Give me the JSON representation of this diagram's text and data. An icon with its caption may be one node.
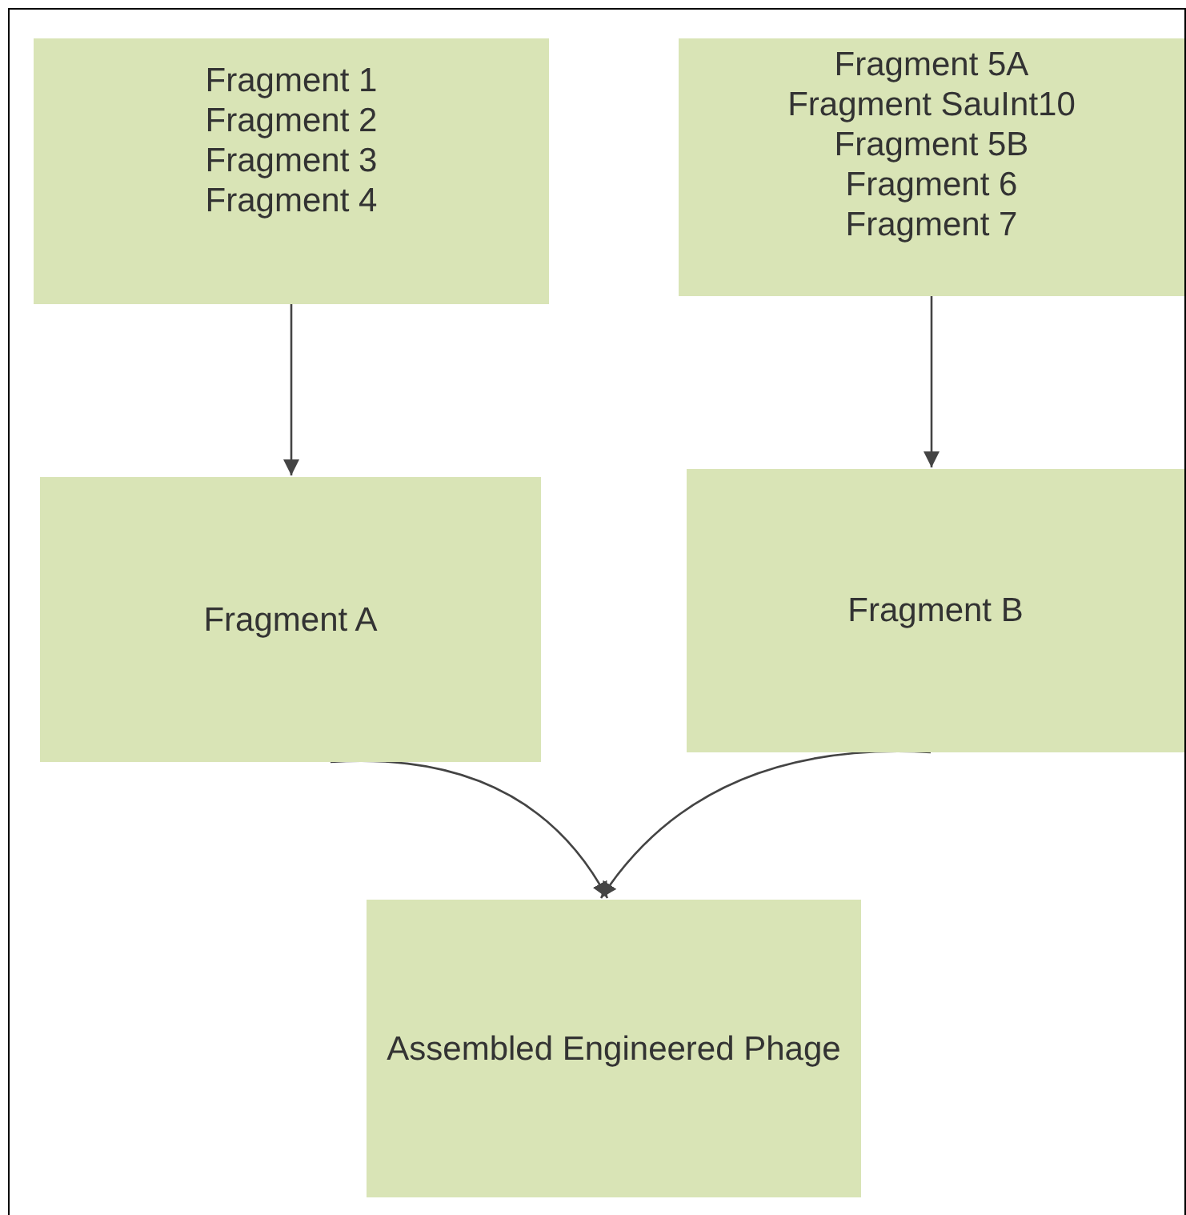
{
  "diagram": {
    "nodes": [
      {
        "text": [
          "Fragment 1",
          "Fragment 2",
          "Fragment 3",
          "Fragment 4"
        ]
      },
      {
        "text": [
          "Fragment 5A",
          "Fragment SauInt10",
          "Fragment 5B",
          "Fragment 6",
          "Fragment 7"
        ]
      },
      {
        "text": [
          "Fragment A"
        ]
      },
      {
        "text": [
          "Fragment B"
        ]
      },
      {
        "text": [
          "Assembled Engineered Phage"
        ]
      }
    ],
    "edges": [
      {
        "from": 0,
        "to": 2,
        "arrow": "to"
      },
      {
        "from": 1,
        "to": 3,
        "arrow": "to"
      },
      {
        "from": 2,
        "to": 4,
        "arrow": "to"
      },
      {
        "from": 3,
        "to": 4,
        "arrow": "to"
      }
    ]
  }
}
